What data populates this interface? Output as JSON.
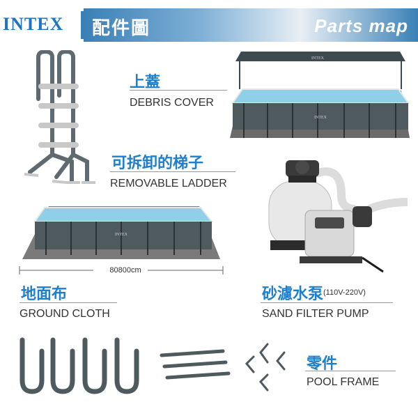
{
  "header": {
    "brand": "INTEX",
    "title_zh": "配件圖",
    "title_en": "Parts map"
  },
  "parts": {
    "cover": {
      "zh": "上蓋",
      "en": "DEBRIS COVER"
    },
    "ladder": {
      "zh": "可拆卸的梯子",
      "en": "REMOVABLE LADDER"
    },
    "cloth": {
      "zh": "地面布",
      "en": "GROUND CLOTH",
      "dimension": "80800cm"
    },
    "pump": {
      "zh": "砂濾水泵",
      "voltage": "(110V-220V)",
      "en": "SAND FILTER PUMP"
    },
    "frame": {
      "zh": "零件",
      "en": "POOL FRAME"
    }
  },
  "pool_labels": {
    "brand_small": "INTEX"
  },
  "colors": {
    "accent": "#1e7fcc",
    "pool_wall": "#4f5a5e",
    "water": "#8fd0e8",
    "header": "#3a80b6"
  }
}
